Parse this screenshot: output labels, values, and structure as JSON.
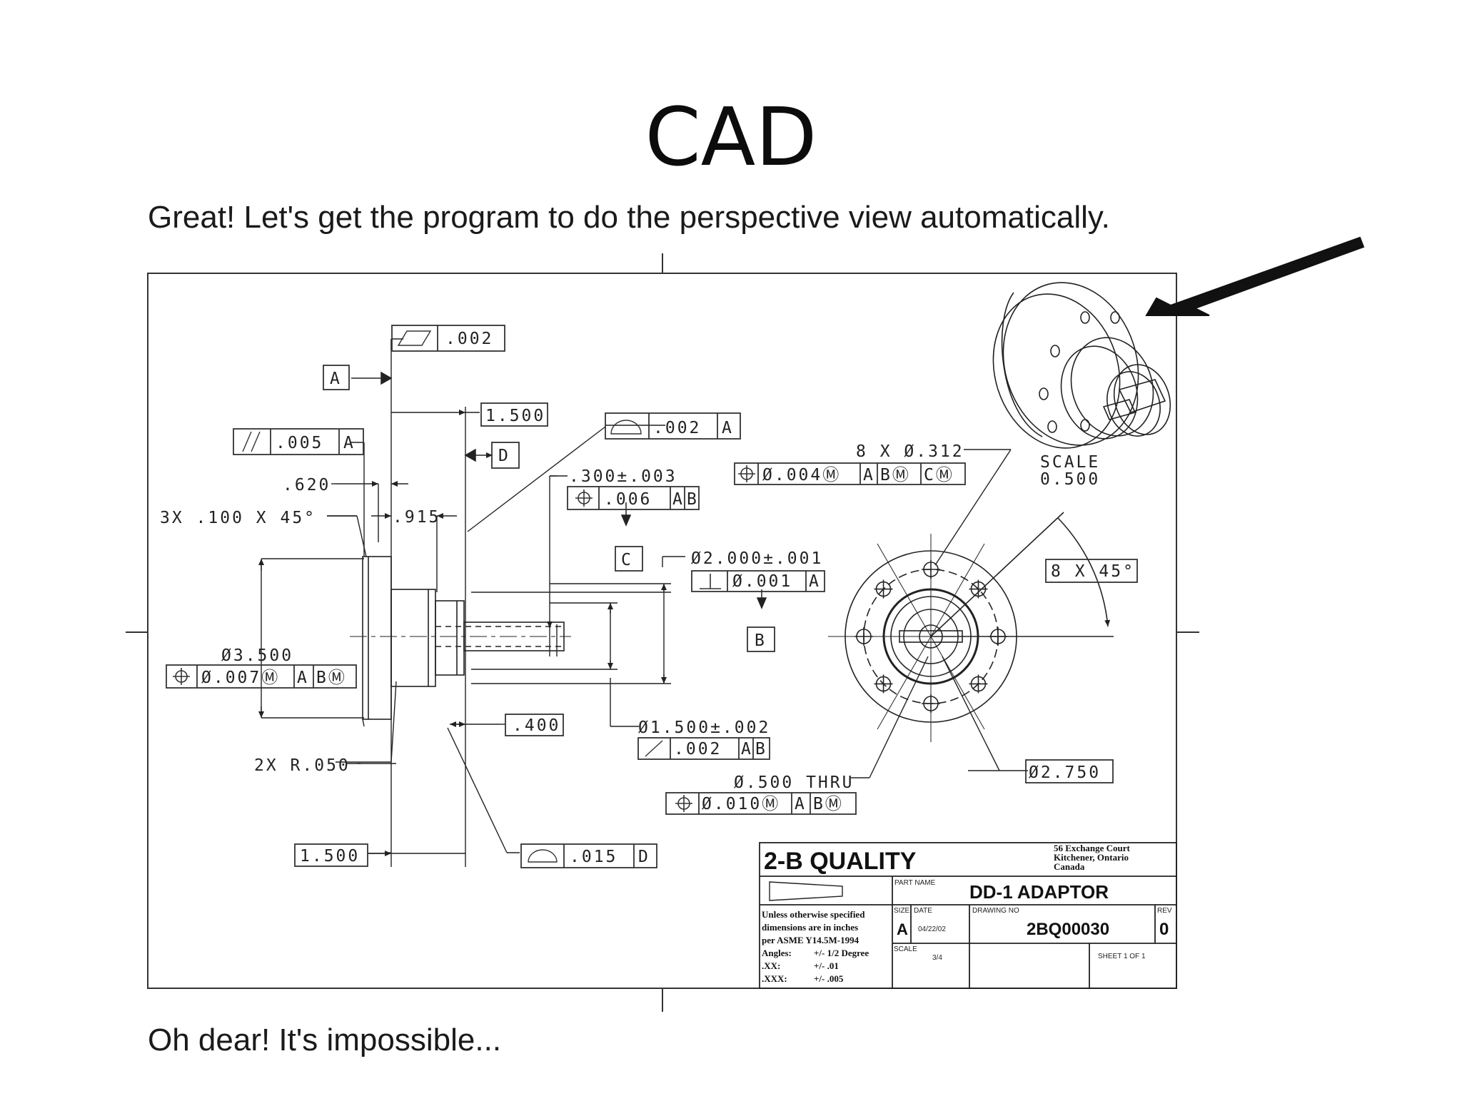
{
  "slide": {
    "title": "CAD",
    "intro": "Great!  Let's get the program to do the perspective view automatically.",
    "outro": "Oh dear!  It's impossible..."
  },
  "drawing": {
    "flatness_tol": ".002",
    "datum_a": "A",
    "datum_b": "B",
    "datum_c": "C",
    "datum_d": "D",
    "parallel_tol": ".005",
    "parallel_ref": "A",
    "dim_1500_top": "1.500",
    "dim_620": ".620",
    "dim_915": ".915",
    "chamfer": "3X .100 X 45°",
    "profile_tol_top": ".002",
    "profile_ref_top": "A",
    "dim_300": ".300±.003",
    "pos_tol_c": ".006",
    "pos_c_ref_a": "A",
    "pos_c_ref_b": "B",
    "holes_8x": "8 X Ø.312",
    "pos_tol_holes": "Ø.004Ⓜ",
    "holes_ref_a": "A",
    "holes_ref_b": "BⓂ",
    "holes_ref_c": "CⓂ",
    "scale_label": "SCALE",
    "scale_value": "0.500",
    "dim_2000": "Ø2.000±.001",
    "perp_tol": "Ø.001",
    "perp_ref": "A",
    "angle_8x45": "8 X 45°",
    "dim_3500": "Ø3.500",
    "pos_tol_3500": "Ø.007Ⓜ",
    "pos_3500_ref_a": "A",
    "pos_3500_ref_b": "BⓂ",
    "dim_400": ".400",
    "dim_1500_dia": "Ø1.500±.002",
    "runout_tol": ".002",
    "runout_ref_a": "A",
    "runout_ref_b": "B",
    "fillet": "2X R.050",
    "thru_hole": "Ø.500 THRU",
    "pos_tol_thru": "Ø.010Ⓜ",
    "thru_ref_a": "A",
    "thru_ref_b": "BⓂ",
    "dim_2750": "Ø2.750",
    "dim_1500_bottom": "1.500",
    "profile_tol_bottom": ".015",
    "profile_ref_bottom": "D"
  },
  "title_block": {
    "company": "2-B  QUALITY",
    "address_1": "56 Exchange Court",
    "address_2": "Kitchener, Ontario",
    "address_3": "Canada",
    "part_name_label": "PART NAME",
    "part_name": "DD-1  ADAPTOR",
    "notes": [
      "Unless otherwise specified",
      "dimensions are in inches",
      "per ASME Y14.5M-1994"
    ],
    "tolerances": [
      {
        "label": "Angles:",
        "value": "+/- 1/2 Degree"
      },
      {
        "label": ".XX:",
        "value": "+/- .01"
      },
      {
        "label": ".XXX:",
        "value": "+/- .005"
      }
    ],
    "size_label": "SIZE",
    "size": "A",
    "date_label": "DATE",
    "date": "04/22/02",
    "drawing_no_label": "DRAWING NO",
    "drawing_no": "2BQ00030",
    "rev_label": "REV",
    "rev": "0",
    "scale_label": "SCALE",
    "scale": "3/4",
    "sheet": "SHEET 1 OF 1"
  }
}
